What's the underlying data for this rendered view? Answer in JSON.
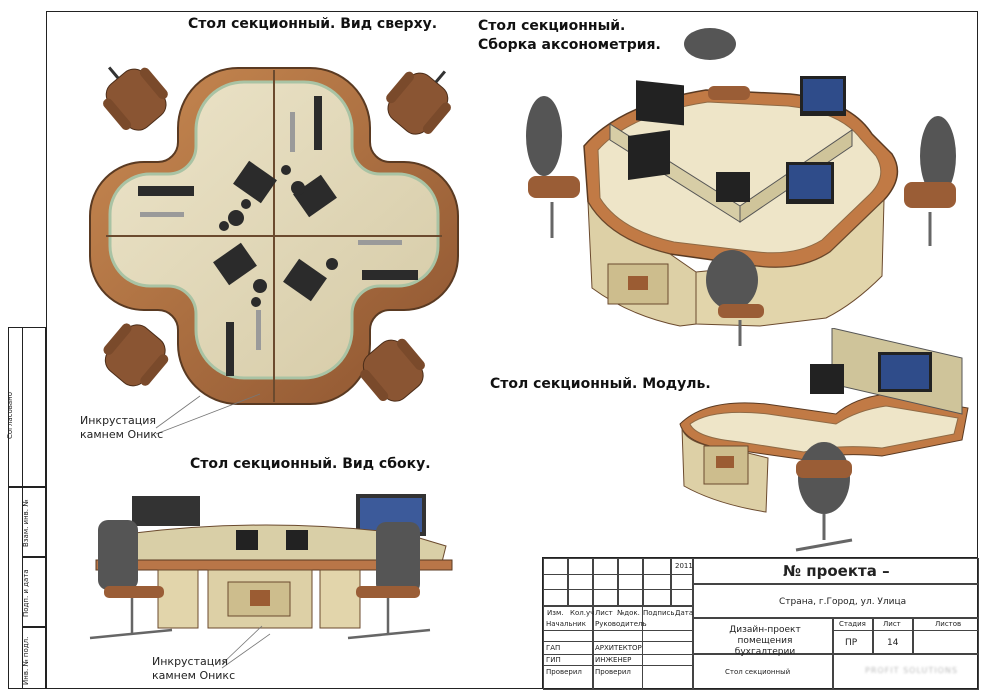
{
  "titles": {
    "top_view": "Стол секционный. Вид сверху.",
    "assembly": "Стол секционный. Сборка аксонометрия.",
    "module": "Стол секционный. Модуль.",
    "side_view": "Стол секционный. Вид сбоку."
  },
  "notes": {
    "onyx_top": "Инкрустация\nкамнем Оникс",
    "onyx_side": "Инкрустация\nкамнем Оникс"
  },
  "side_strip": {
    "agreed": "Согласовано",
    "inv_replace": "Взам. инв. №",
    "sign_date": "Подп. и дата",
    "inv_orig": "Инв. № подл."
  },
  "title_block": {
    "year": "2011",
    "project_no": "№ проекта –",
    "address": "Страна, г.Город, ул. Улица",
    "headers": [
      "Изм.",
      "Кол.уч",
      "Лист",
      "№док.",
      "Подпись",
      "Дата"
    ],
    "roles": [
      {
        "role": "Начальник",
        "name": "Руководитель"
      },
      {
        "role": "ГАП",
        "name": "АРХИТЕКТОР"
      },
      {
        "role": "ГИП",
        "name": "ИНЖЕНЕР"
      },
      {
        "role": "Проверил",
        "name": "Проверил"
      }
    ],
    "project_title": "Дизайн-проект помещения бухгалтерии",
    "stage_label": "Стадия",
    "sheet_label": "Лист",
    "sheets_label": "Листов",
    "stage": "ПР",
    "sheet": "14",
    "sheets": "",
    "drawing_name": "Стол секционный",
    "company": "PROFIT SOLUTIONS"
  }
}
